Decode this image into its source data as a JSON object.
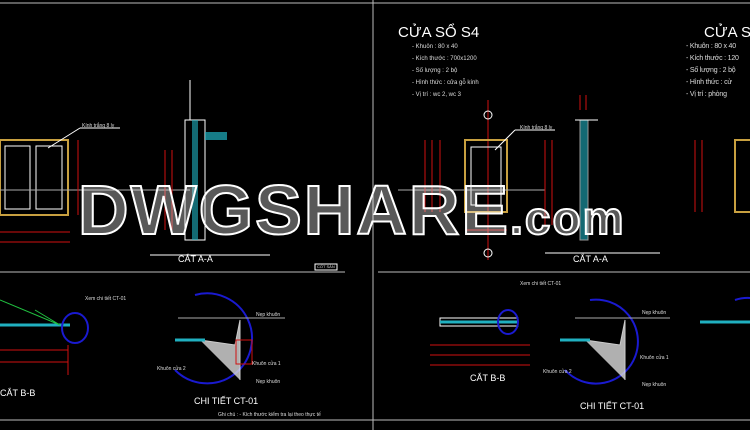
{
  "left_sheet": {
    "glass_label": "Kính trắng 8 ly",
    "section_aa": "CẮT A-A",
    "floor_label": "CỐT SÀN",
    "section_bb": "CẮT B-B",
    "detail_ref": "Xem chi tiết CT-01",
    "detail_title": "CHI TIẾT CT-01",
    "detail_labels": [
      "Nẹp khuôn",
      "Khuôn cửa 1",
      "Khuôn cửa 2",
      "Nẹp khuôn"
    ],
    "note": "Ghi chú : - Kích thước kiểm tra lại theo thực tế"
  },
  "right_sheet": {
    "title": "CỬA SỔ S4",
    "specs": [
      "- Khuôn : 80 x 40",
      "- Kích thước : 700x1200",
      "- Số lượng : 2 bộ",
      "- Hình thức :  cửa gỗ kính",
      "- Vị trí :  wc 2, wc 3"
    ],
    "glass_label": "Kính trắng 8 ly",
    "section_aa": "CẮT A-A",
    "section_bb": "CẮT B-B",
    "detail_ref": "Xem chi tiết CT-01",
    "detail_title": "CHI TIẾT CT-01",
    "detail_labels": [
      "Nẹp khuôn",
      "Khuôn cửa 1",
      "Khuôn cửa 2",
      "Nẹp khuôn"
    ]
  },
  "third_sheet": {
    "title": "CỬA SỔ",
    "specs": [
      "- Khuôn : 80 x 40",
      "- Kích thước : 120",
      "- Số lượng : 2 bộ",
      "- Hình thức :  cử",
      "- Vị trí :  phòng"
    ]
  },
  "watermark": {
    "text": "DWGSHARE",
    "suffix": ".com"
  },
  "colors": {
    "background": "#000000",
    "frame": "#ffffff",
    "dimension": "#d01010",
    "glass": "#20b0c0",
    "detail_circle": "#1a1ad0",
    "leader": "#ffffff"
  }
}
